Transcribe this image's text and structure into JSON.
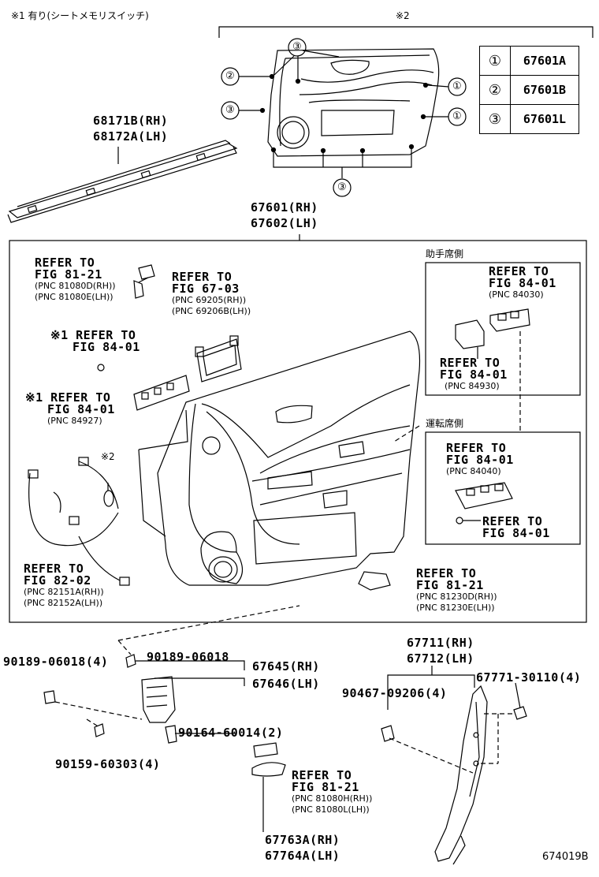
{
  "header_note": "※1 有り(シートメモリスイッチ)",
  "mark2_top": "※2",
  "legend": [
    {
      "num": "①",
      "part": "67601A"
    },
    {
      "num": "②",
      "part": "67601B"
    },
    {
      "num": "③",
      "part": "67601L"
    }
  ],
  "callout_circles": {
    "c1": "①",
    "c2": "②",
    "c3": "③"
  },
  "parts": {
    "p68171": "68171B(RH)",
    "p68172": "68172A(LH)",
    "p67601": "67601(RH)",
    "p67602": "67602(LH)",
    "p67645": "67645(RH)",
    "p67646": "67646(LH)",
    "p67711": "67711(RH)",
    "p67712": "67712(LH)",
    "p67763": "67763A(RH)",
    "p67764": "67764A(LH)",
    "p90189a": "90189-06018(4)",
    "p90189b": "90189-06018",
    "p90159": "90159-60303(4)",
    "p90164": "90164-60014(2)",
    "p90467": "90467-09206(4)",
    "p67771": "67771-30110(4)"
  },
  "refs": {
    "r1_line1": "REFER TO",
    "r1_line2": "FIG 81-21",
    "r1_pnc1": "(PNC 81080D(RH))",
    "r1_pnc2": "(PNC 81080E(LH))",
    "r2_line1": "REFER TO",
    "r2_line2": "FIG 67-03",
    "r2_pnc1": "(PNC 69205(RH))",
    "r2_pnc2": "(PNC 69206B(LH))",
    "r3_line1": "※1 REFER TO",
    "r3_line2": "FIG 84-01",
    "r4_line1": "※1 REFER TO",
    "r4_line2": "FIG 84-01",
    "r4_pnc": "(PNC 84927)",
    "r5_line1": "REFER TO",
    "r5_line2": "FIG 82-02",
    "r5_pnc1": "(PNC 82151A(RH))",
    "r5_pnc2": "(PNC 82152A(LH))",
    "r6_line1": "REFER TO",
    "r6_line2": "FIG 81-21",
    "r6_pnc1": "(PNC 81230D(RH))",
    "r6_pnc2": "(PNC 81230E(LH))",
    "r7_line1": "REFER TO",
    "r7_line2": "FIG 84-01",
    "r7_pnc": "(PNC 84030)",
    "r8_line1": "REFER TO",
    "r8_line2": "FIG 84-01",
    "r8_pnc": "(PNC 84930)",
    "r9_line1": "REFER TO",
    "r9_line2": "FIG 84-01",
    "r9_pnc": "(PNC 84040)",
    "r10_line1": "REFER TO",
    "r10_line2": "FIG 84-01",
    "r11_line1": "REFER TO",
    "r11_line2": "FIG 81-21",
    "r11_pnc1": "(PNC 81080H(RH))",
    "r11_pnc2": "(PNC 81080L(LH))"
  },
  "side_labels": {
    "passenger": "助手席側",
    "driver": "運転席側"
  },
  "mark2_mid": "※2",
  "figure_id": "674019B"
}
